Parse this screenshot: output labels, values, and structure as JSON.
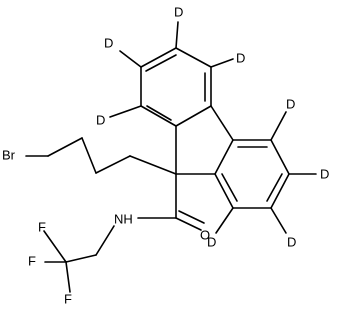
{
  "molecule": {
    "atoms": {
      "d_top": "D",
      "d_upper_left": "D",
      "d_upper_right": "D",
      "d_left_mid": "D",
      "d_right_top": "D",
      "d_right_mid": "D",
      "d_bottom_left": "D",
      "d_bottom_right": "D",
      "bromine": "Br",
      "nitrogen_h": "NH",
      "oxygen": "O",
      "fluorine_top": "F",
      "fluorine_mid": "F",
      "fluorine_bottom": "F"
    }
  }
}
